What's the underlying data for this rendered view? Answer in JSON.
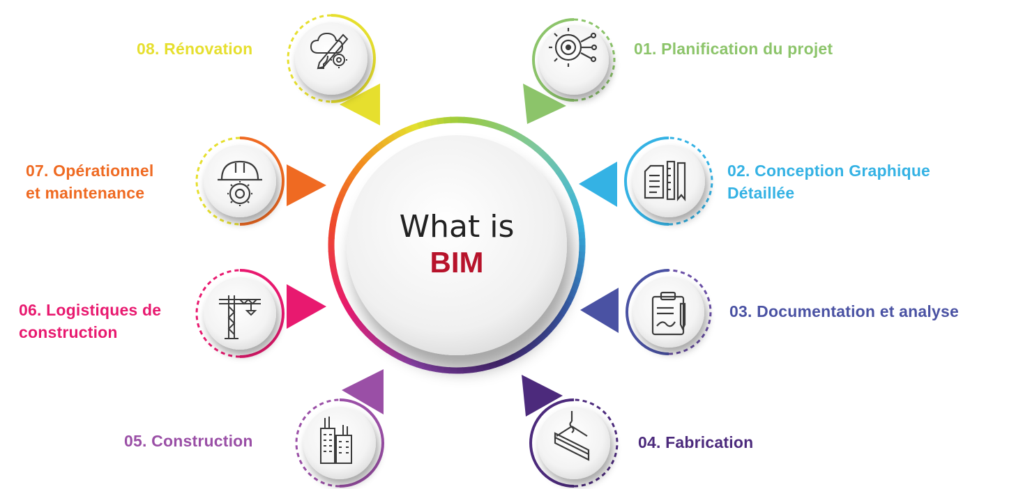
{
  "center": {
    "line1": "What is",
    "line2": "BIM",
    "highlight_color": "#b7132b"
  },
  "steps": [
    {
      "id": "01",
      "lines": [
        "01. Planification du projet"
      ],
      "color": "#8cc46a",
      "icon": "gear-network-icon"
    },
    {
      "id": "02",
      "lines": [
        "02. Conception Graphique",
        "Détaillée"
      ],
      "color": "#34b2e4",
      "icon": "blueprint-ruler-icon"
    },
    {
      "id": "03",
      "lines": [
        "03. Documentation et analyse"
      ],
      "color": "#4a52a3",
      "icon": "clipboard-pencil-icon"
    },
    {
      "id": "04",
      "lines": [
        "04. Fabrication"
      ],
      "color": "#4c2a7c",
      "icon": "steel-beam-hook-icon"
    },
    {
      "id": "05",
      "lines": [
        "05. Construction"
      ],
      "color": "#9a4fa6",
      "icon": "buildings-icon"
    },
    {
      "id": "06",
      "lines": [
        "06. Logistiques de",
        "construction"
      ],
      "color": "#e8196f",
      "icon": "tower-crane-icon"
    },
    {
      "id": "07",
      "lines": [
        "07. Opérationnel",
        "et maintenance"
      ],
      "color": "#ef6a22",
      "icon": "hardhat-gear-icon"
    },
    {
      "id": "08",
      "lines": [
        "08. Rénovation"
      ],
      "color": "#e6df2e",
      "icon": "cloud-pencil-gear-icon"
    }
  ]
}
